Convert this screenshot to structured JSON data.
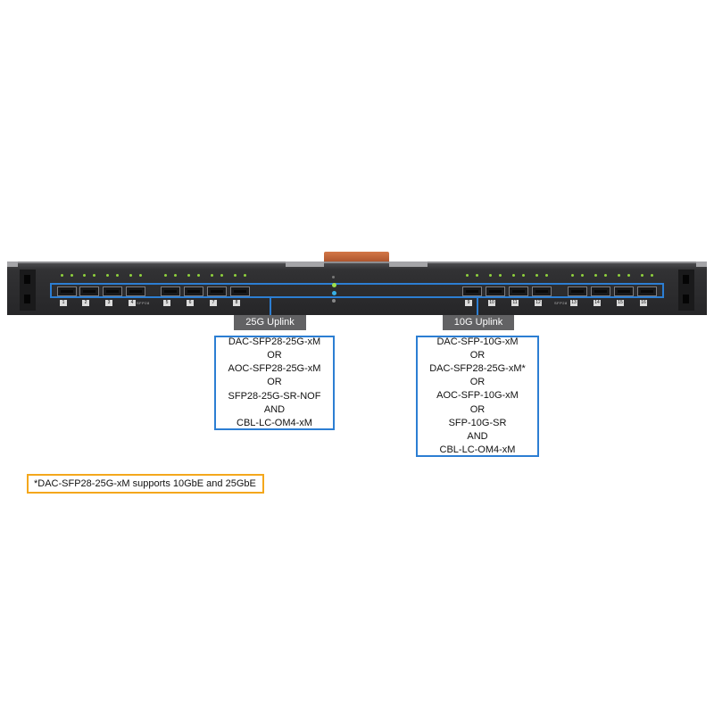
{
  "switch": {
    "ports_left": [
      "1",
      "2",
      "3",
      "4",
      "5",
      "6",
      "7",
      "8"
    ],
    "ports_right": [
      "9",
      "10",
      "11",
      "12",
      "13",
      "14",
      "15",
      "16"
    ],
    "sfp_tag": "SFP28",
    "accent_color": "#2c7ed3",
    "handle_color": "#c0612f"
  },
  "uplinks": [
    {
      "label": "25G  Uplink",
      "options": [
        "DAC-SFP28-25G-xM",
        "OR",
        "AOC-SFP28-25G-xM",
        "OR",
        "SFP28-25G-SR-NOF",
        "AND",
        "CBL-LC-OM4-xM"
      ]
    },
    {
      "label": "10G  Uplink",
      "options": [
        "DAC-SFP-10G-xM",
        "OR",
        "DAC-SFP28-25G-xM*",
        "OR",
        "AOC-SFP-10G-xM",
        "OR",
        "SFP-10G-SR",
        "AND",
        "CBL-LC-OM4-xM"
      ]
    }
  ],
  "note": {
    "text": "*DAC-SFP28-25G-xM supports 10GbE and 25GbE",
    "border_color": "#f4a71c"
  }
}
